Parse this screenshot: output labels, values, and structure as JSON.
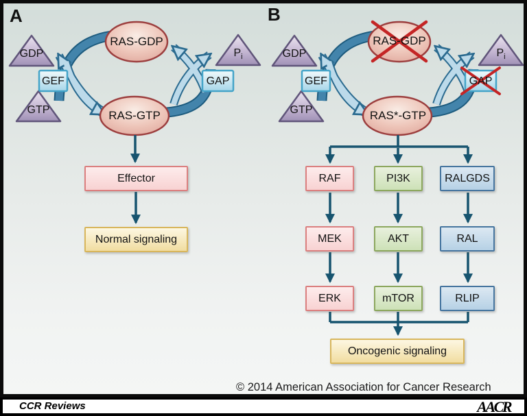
{
  "figure": {
    "panel_a_label": "A",
    "panel_b_label": "B",
    "panel_a": {
      "ras_gdp": "RAS-GDP",
      "ras_gtp": "RAS-GTP",
      "gdp": "GDP",
      "gtp": "GTP",
      "gef": "GEF",
      "gap": "GAP",
      "pi_main": "P",
      "pi_sub": "i",
      "effector": "Effector",
      "outcome": "Normal signaling"
    },
    "panel_b": {
      "ras_gdp": "RAS-GDP",
      "ras_gtp": "RAS*-GTP",
      "gdp": "GDP",
      "gtp": "GTP",
      "gef": "GEF",
      "gap": "GAP",
      "pi_main": "P",
      "pi_sub": "i",
      "outcome": "Oncogenic signaling",
      "pathways": [
        {
          "steps": [
            "RAF",
            "MEK",
            "ERK"
          ]
        },
        {
          "steps": [
            "PI3K",
            "AKT",
            "mTOR"
          ]
        },
        {
          "steps": [
            "RALGDS",
            "RAL",
            "RLIP"
          ]
        }
      ]
    }
  },
  "footer": {
    "copyright": "© 2014 American Association for Cancer Research",
    "journal": "CCR Reviews",
    "logo": "AACR"
  },
  "colors": {
    "arrow_dark": "#17546f",
    "cycle_band_dark": "#4384ab",
    "cycle_band_light": "#bcdaea",
    "cross_red": "#c42525",
    "oval_fill": "#eec4b8",
    "oval_border": "#9c3e3e",
    "triangle_border": "#60557a",
    "enzyme_box_border": "#44a4c8",
    "pink_box": "#f8d2d2",
    "green_box": "#cde1b7",
    "blue_box": "#b6d1e5",
    "yellow_box": "#f1dda0"
  }
}
